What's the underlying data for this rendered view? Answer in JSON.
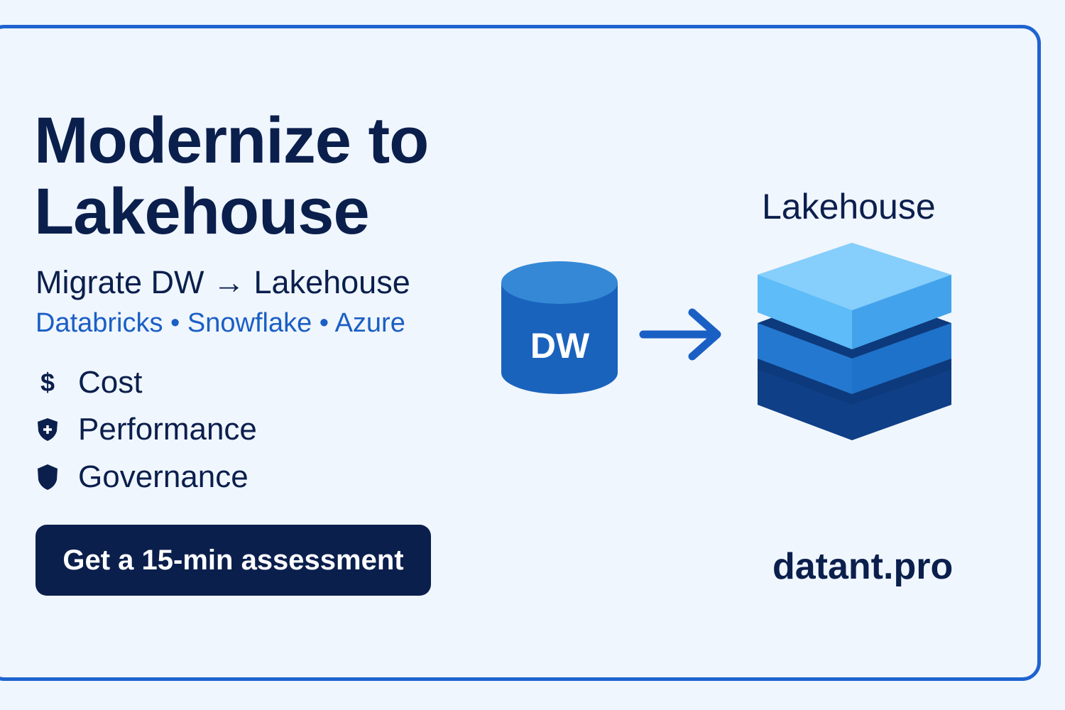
{
  "headline": {
    "line1": "Modernize to",
    "line2": "Lakehouse"
  },
  "subtitle": "Migrate DW → Lakehouse",
  "platforms": "Databricks • Snowflake • Azure",
  "features": [
    {
      "icon": "dollar-icon",
      "label": "Cost"
    },
    {
      "icon": "shield-plus-icon",
      "label": "Performance"
    },
    {
      "icon": "shield-icon",
      "label": "Governance"
    }
  ],
  "cta_label": "Get a 15-min assessment",
  "diagram": {
    "source_label": "DW",
    "target_label": "Lakehouse"
  },
  "website": "datant.pro",
  "colors": {
    "navy": "#0b1f4d",
    "accent": "#1f63d0",
    "background": "#f0f6fd"
  }
}
